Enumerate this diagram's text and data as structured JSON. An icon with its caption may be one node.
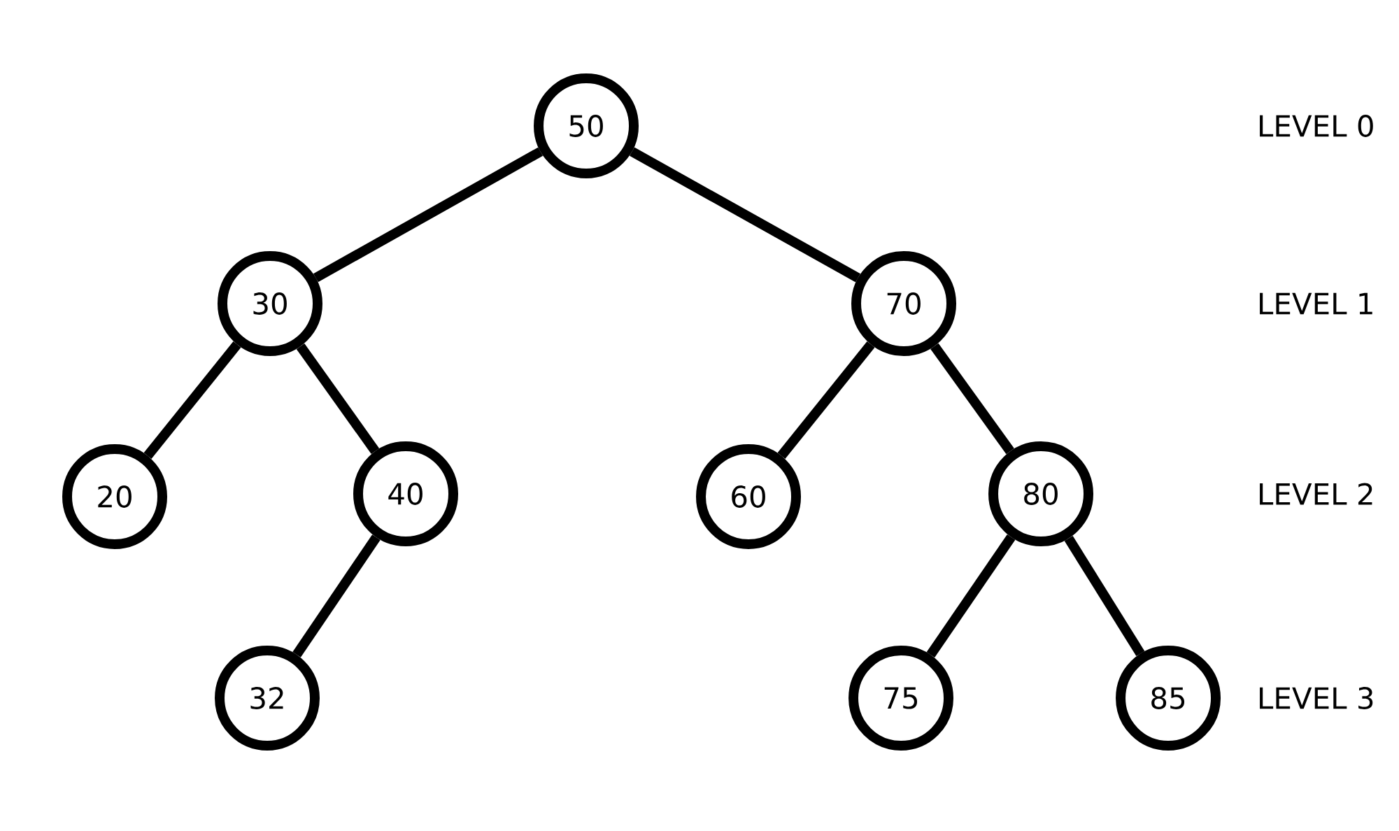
{
  "diagram": {
    "nodes": [
      {
        "text": [
          "50"
        ]
      },
      {
        "text": [
          "30"
        ]
      },
      {
        "text": [
          "70"
        ]
      },
      {
        "text": [
          "20"
        ]
      },
      {
        "text": [
          "40"
        ]
      },
      {
        "text": [
          "60"
        ]
      },
      {
        "text": [
          "80"
        ]
      },
      {
        "text": [
          "32"
        ]
      },
      {
        "text": [
          "75"
        ]
      },
      {
        "text": [
          "85"
        ]
      }
    ],
    "edges": [
      {
        "from": 0,
        "to": 1,
        "arrow": "none"
      },
      {
        "from": 0,
        "to": 2,
        "arrow": "none"
      },
      {
        "from": 1,
        "to": 3,
        "arrow": "none"
      },
      {
        "from": 1,
        "to": 4,
        "arrow": "none"
      },
      {
        "from": 4,
        "to": 7,
        "arrow": "none"
      },
      {
        "from": 2,
        "to": 5,
        "arrow": "none"
      },
      {
        "from": 2,
        "to": 6,
        "arrow": "none"
      },
      {
        "from": 6,
        "to": 8,
        "arrow": "none"
      },
      {
        "from": 6,
        "to": 9,
        "arrow": "none"
      }
    ],
    "labels": [
      "LEVEL 0",
      "LEVEL 1",
      "LEVEL 2",
      "LEVEL 3"
    ]
  }
}
